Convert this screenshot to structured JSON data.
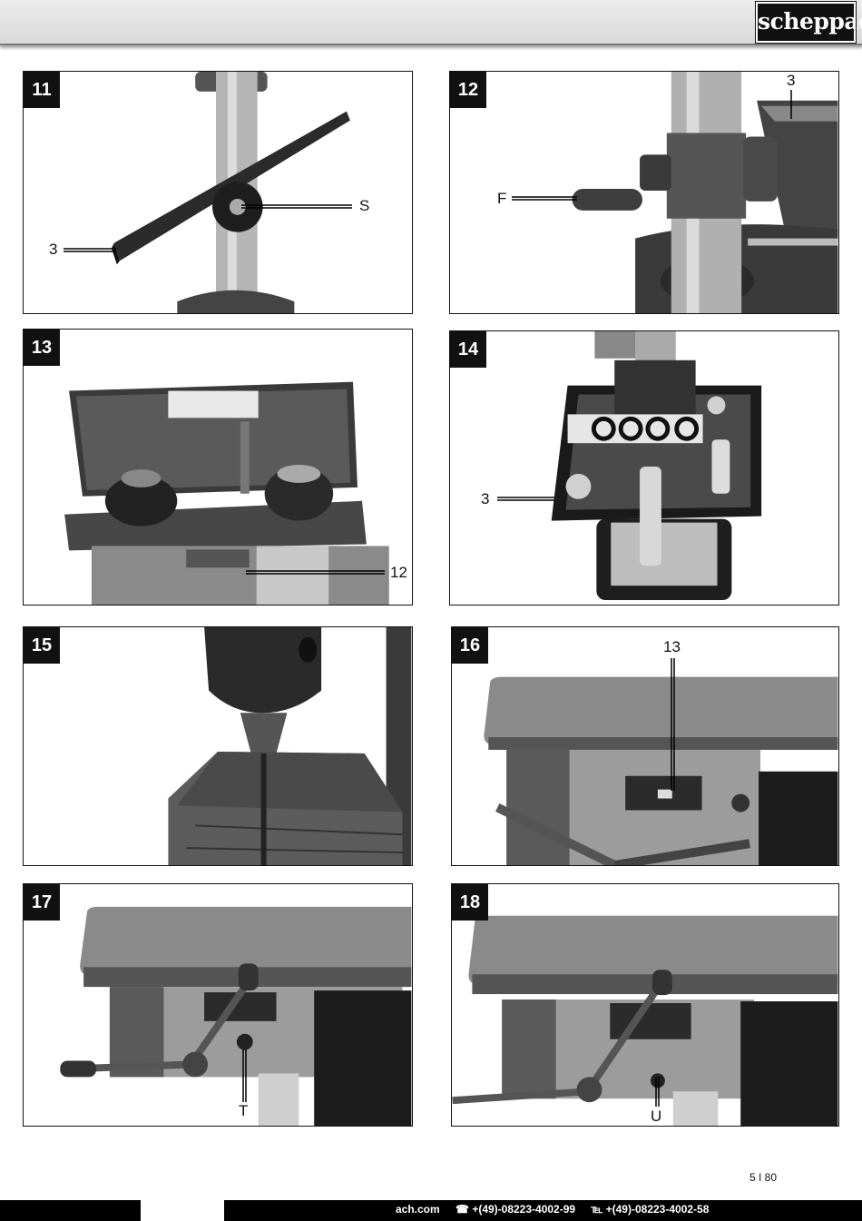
{
  "header": {
    "brand": "scheppach"
  },
  "panels": [
    {
      "number": "11",
      "labels": [
        "S",
        "3"
      ]
    },
    {
      "number": "12",
      "labels": [
        "3",
        "F"
      ]
    },
    {
      "number": "13",
      "labels": [
        "12"
      ]
    },
    {
      "number": "14",
      "labels": [
        "3"
      ]
    },
    {
      "number": "15",
      "labels": []
    },
    {
      "number": "16",
      "labels": [
        "13"
      ]
    },
    {
      "number": "17",
      "labels": [
        "T"
      ]
    },
    {
      "number": "18",
      "labels": [
        "U"
      ]
    }
  ],
  "page": {
    "number": "5 I 80"
  },
  "footer": {
    "web": "ach.com",
    "phone": "☎ +(49)-08223-4002-99",
    "fax": "℡ +(49)-08223-4002-58"
  }
}
